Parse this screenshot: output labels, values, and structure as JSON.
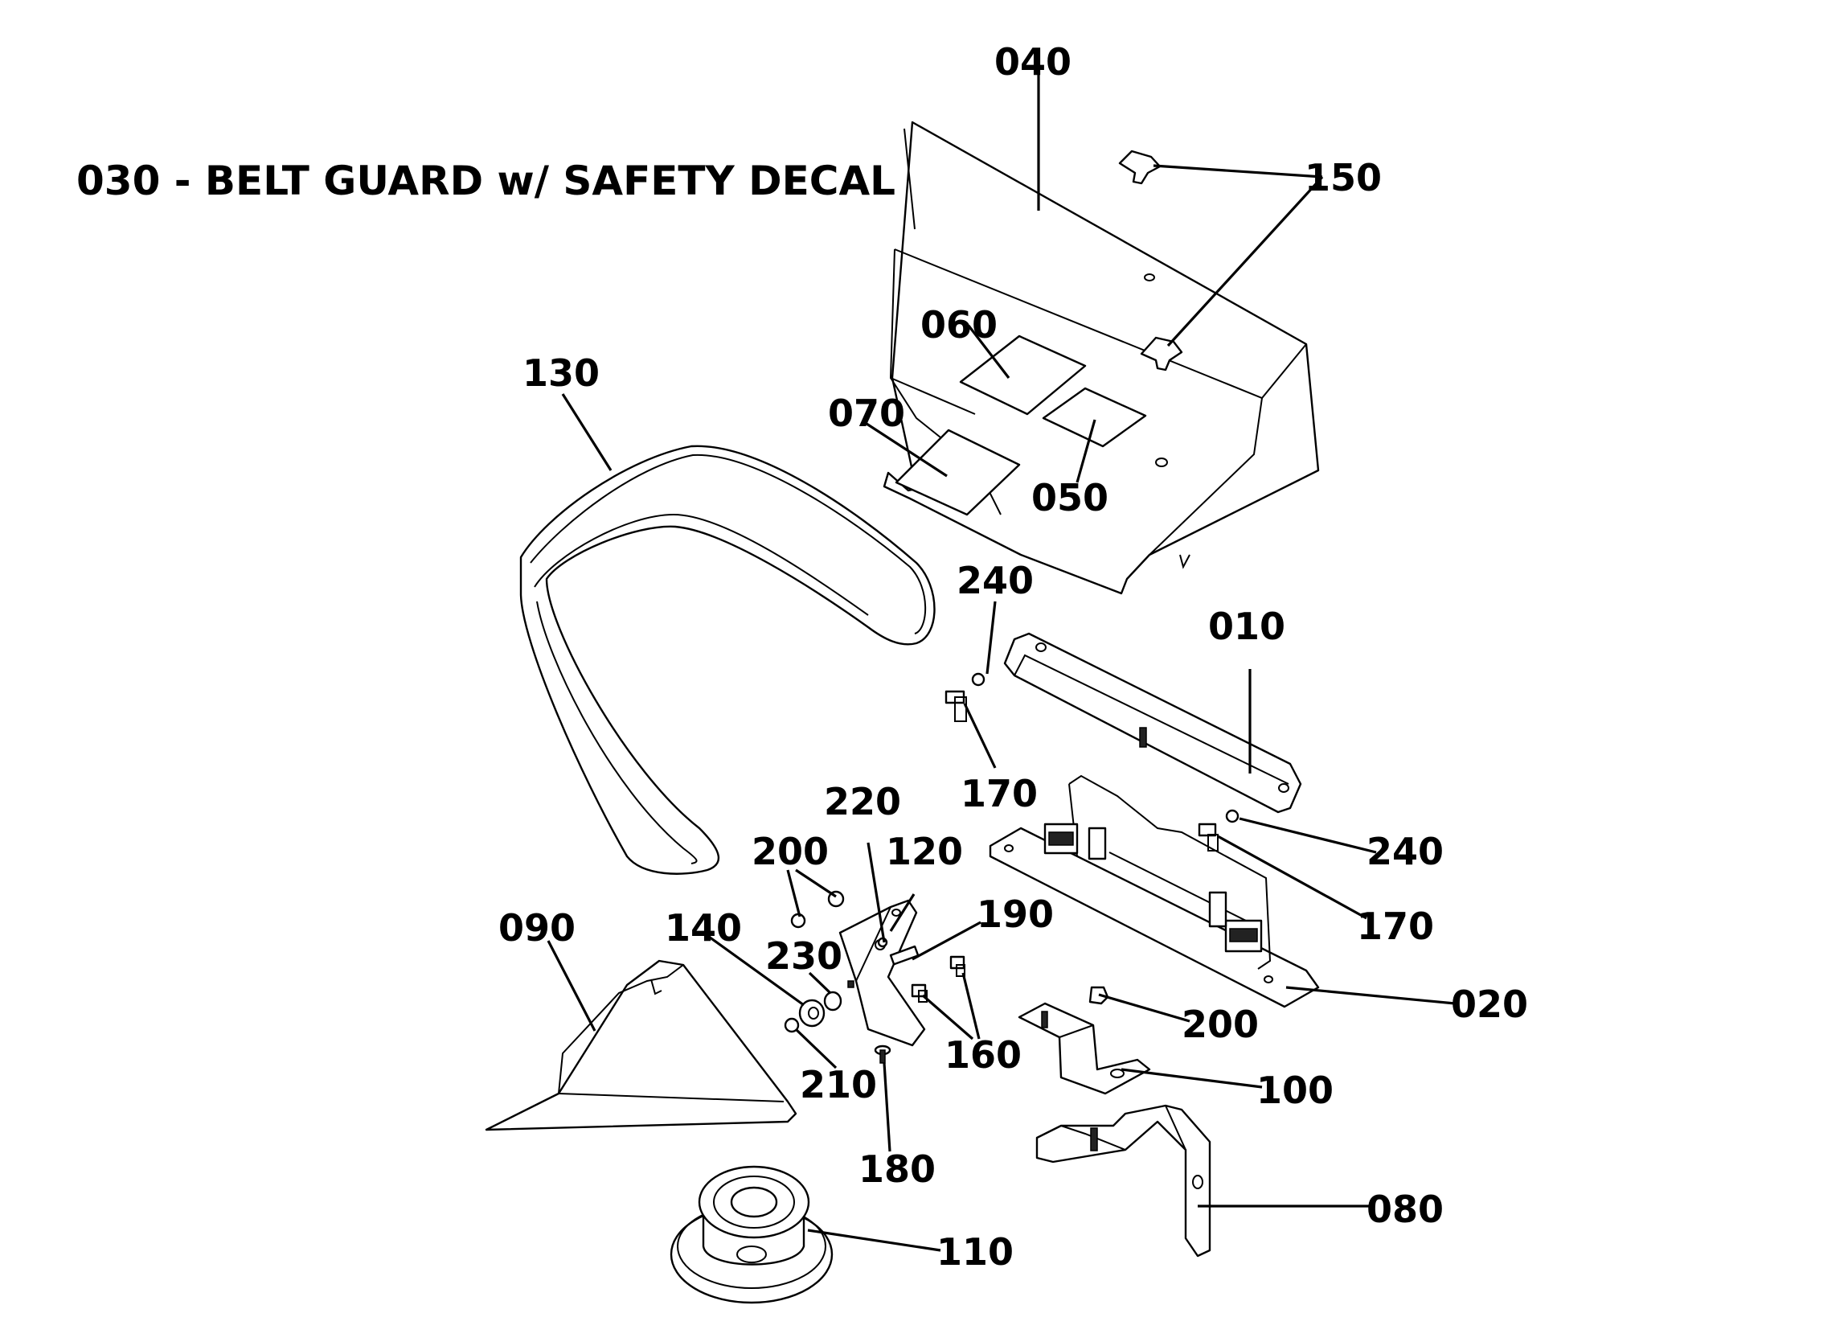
{
  "title": "030 - BELT GUARD w/ SAFETY DECAL",
  "callouts": {
    "c010": "010",
    "c020": "020",
    "c040": "040",
    "c050": "050",
    "c060": "060",
    "c070": "070",
    "c080": "080",
    "c090": "090",
    "c100": "100",
    "c110": "110",
    "c120": "120",
    "c130": "130",
    "c140": "140",
    "c150": "150",
    "c160": "160",
    "c170a": "170",
    "c170b": "170",
    "c180": "180",
    "c190": "190",
    "c200a": "200",
    "c200b": "200",
    "c210": "210",
    "c220": "220",
    "c230": "230",
    "c240a": "240",
    "c240b": "240"
  }
}
